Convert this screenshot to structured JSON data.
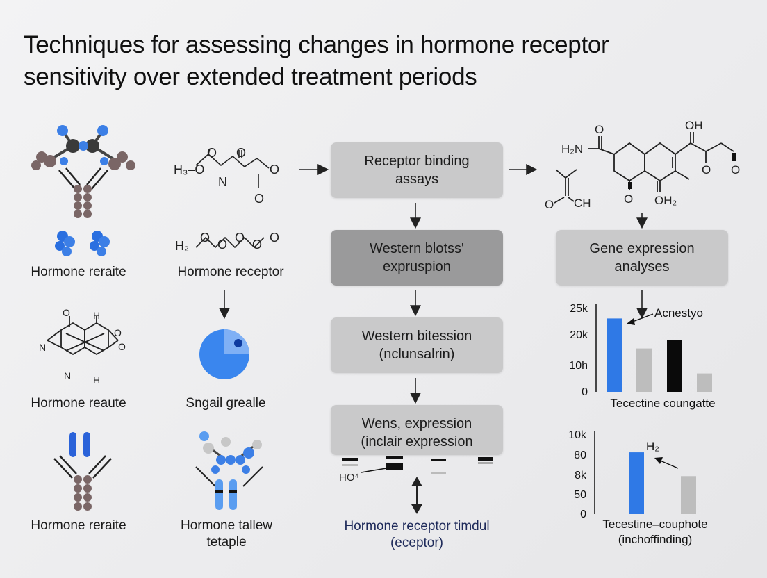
{
  "title": "Techniques for assessing changes in hormone receptor sensitivity over extended treatment periods",
  "left_labels": {
    "row1_a": "Hormone reraite",
    "row1_b": "Hormone receptor",
    "row2_a": "Hormone reaute",
    "row2_b": "Sngail grealle",
    "row3_a": "Hormone reraite",
    "row3_b": "Hormone tallew tetaple"
  },
  "chem_labels": {
    "mol1_h": "H₃–O",
    "mol1_n": "N",
    "mol2_h": "H₂",
    "right_h2n": "H₂N",
    "right_oh": "OH",
    "right_oh2": "OH₂",
    "right_o": "O",
    "right_ch": "CH",
    "ring_h": "H",
    "ring_n": "N",
    "bands_ho": "HO⁴"
  },
  "flow": {
    "box1": "Receptor binding assays",
    "box2": "Western blotss' expruspion",
    "box3": "Western bitession (nclunsalrin)",
    "box4": "Wens, expression (inclair expression",
    "bottom": "Hormone receptor timdul (eceptor)",
    "right_box": "Gene expression analyses"
  },
  "colors": {
    "blue": "#2f79e6",
    "gray_bar": "#bdbdbd",
    "black_bar": "#0a0a0a",
    "box_light": "#c9c9ca",
    "box_dark": "#9a9a9b",
    "molecule_brown": "#7a6666",
    "molecule_blue": "#3c7fe6"
  },
  "chart_data": [
    {
      "type": "bar",
      "annotation": "Acnestyo",
      "xlabel": "Tecectine coungatte",
      "ytick_labels": [
        "25k",
        "20k",
        "10h",
        "0"
      ],
      "ylim": [
        0,
        25
      ],
      "values": [
        22,
        13,
        15.5,
        5.5
      ],
      "colors": [
        "#2f79e6",
        "#bdbdbd",
        "#0a0a0a",
        "#bdbdbd"
      ]
    },
    {
      "type": "bar",
      "annotation": "H₂",
      "xlabel": "Tecestine–couphote (inchoffinding)",
      "ytick_labels": [
        "10k",
        "80",
        "8k",
        "50",
        "0"
      ],
      "ylim": [
        0,
        100
      ],
      "values": [
        78,
        48
      ],
      "colors": [
        "#2f79e6",
        "#bdbdbd"
      ]
    }
  ]
}
